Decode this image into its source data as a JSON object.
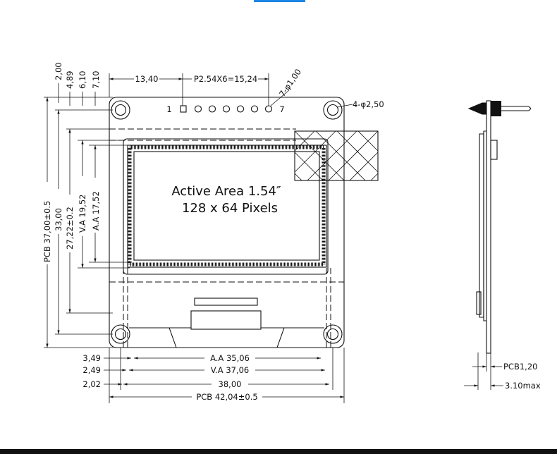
{
  "accent_color": "#1b86e6",
  "active_area": {
    "line1": "Active Area 1.54″",
    "line2": "128 x 64 Pixels"
  },
  "top_dims": {
    "d1": "2,00",
    "d2": "4,89",
    "d3": "6,10",
    "d4": "7,10",
    "pitch_left": "13,40",
    "pitch": "P2.54X6=15,24",
    "pin_hole": "7-φ1,00",
    "mount_hole": "4-φ2,50"
  },
  "pins": {
    "first": "1",
    "last": "7"
  },
  "left_dims": {
    "pcb": "PCB 37,00±0.5",
    "d33": "33,00",
    "d27": "27,22±0.2",
    "va": "V.A 19,52",
    "aa": "A.A 17,52"
  },
  "bottom_dims": [
    {
      "left": "3,49",
      "center": "A.A 35,06"
    },
    {
      "left": "2,49",
      "center": "V.A 37,06"
    },
    {
      "left": "2,02",
      "center": "38,00"
    },
    {
      "left": "",
      "center": "PCB 42,04±0.5"
    }
  ],
  "side_dims": {
    "pcb": "PCB1,20",
    "max": "3.10max"
  }
}
